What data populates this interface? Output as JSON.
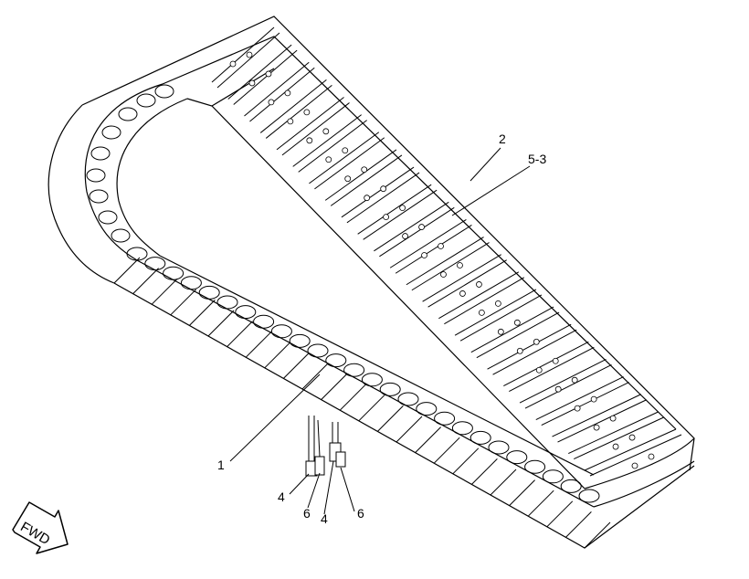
{
  "diagram": {
    "callouts": {
      "c1": "1",
      "c2": "2",
      "c53": "5-3",
      "c4a": "4",
      "c4b": "4",
      "c6a": "6",
      "c6b": "6"
    },
    "fwd_label": "FWD",
    "colors": {
      "line": "#000000",
      "background": "#ffffff"
    }
  }
}
